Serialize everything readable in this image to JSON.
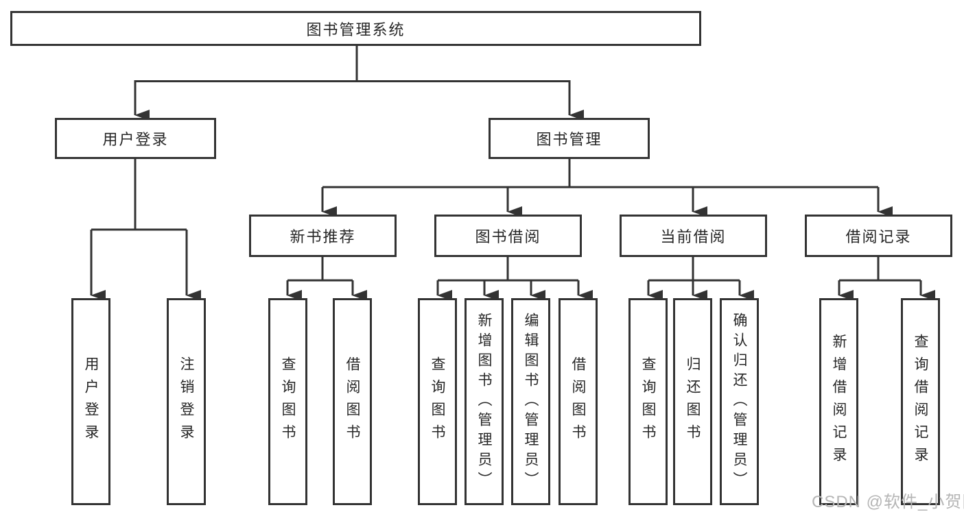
{
  "diagram": {
    "type": "hierarchy-tree",
    "root": {
      "label": "图书管理系统"
    },
    "branches": [
      {
        "label": "用户登录",
        "children": [
          {
            "label": "用户登录"
          },
          {
            "label": "注销登录"
          }
        ]
      },
      {
        "label": "图书管理",
        "children": [
          {
            "label": "新书推荐",
            "children": [
              {
                "label": "查询图书"
              },
              {
                "label": "借阅图书"
              }
            ]
          },
          {
            "label": "图书借阅",
            "children": [
              {
                "label": "查询图书"
              },
              {
                "label": "新增图书（管理员）"
              },
              {
                "label": "编辑图书（管理员）"
              },
              {
                "label": "借阅图书"
              }
            ]
          },
          {
            "label": "当前借阅",
            "children": [
              {
                "label": "查询图书"
              },
              {
                "label": "归还图书"
              },
              {
                "label": "确认归还（管理员）"
              }
            ]
          },
          {
            "label": "借阅记录",
            "children": [
              {
                "label": "新增借阅记录"
              },
              {
                "label": "查询借阅记录"
              }
            ]
          }
        ]
      }
    ]
  },
  "watermark": "CSDN @软件_小贺同学",
  "colors": {
    "line": "#333333",
    "box_border": "#333333",
    "text": "#262626",
    "background": "#ffffff",
    "watermark": "#b5b5b5"
  }
}
